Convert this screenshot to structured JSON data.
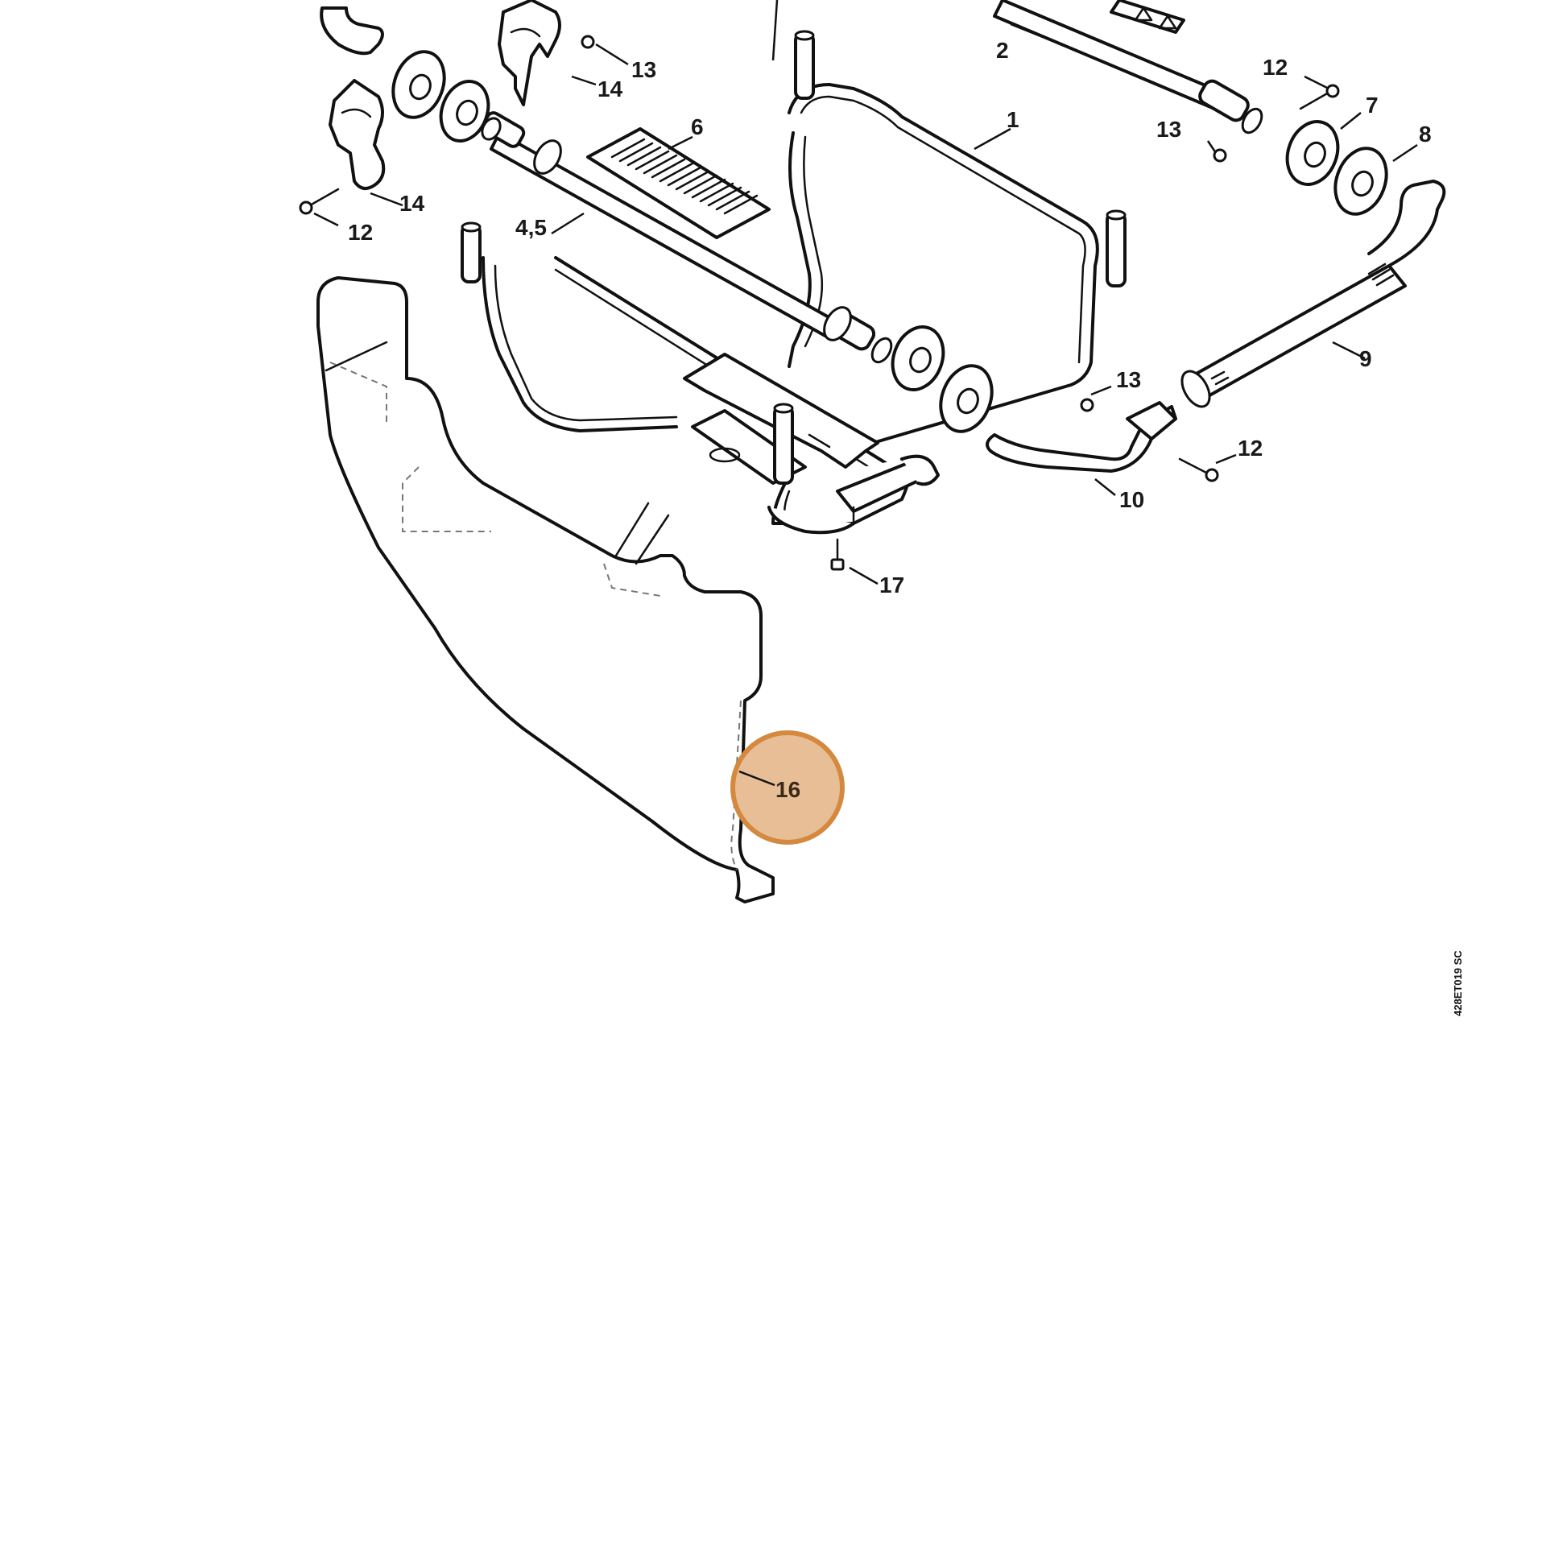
{
  "diagram": {
    "callouts": [
      {
        "id": "c1",
        "label": "1"
      },
      {
        "id": "c2",
        "label": "2"
      },
      {
        "id": "c4-5",
        "label": "4,5"
      },
      {
        "id": "c6",
        "label": "6"
      },
      {
        "id": "c7",
        "label": "7"
      },
      {
        "id": "c8",
        "label": "8"
      },
      {
        "id": "c9",
        "label": "9"
      },
      {
        "id": "c10",
        "label": "10"
      },
      {
        "id": "c12a",
        "label": "12"
      },
      {
        "id": "c12b",
        "label": "12"
      },
      {
        "id": "c12c",
        "label": "12"
      },
      {
        "id": "c13a",
        "label": "13"
      },
      {
        "id": "c13b",
        "label": "13"
      },
      {
        "id": "c13c",
        "label": "13"
      },
      {
        "id": "c14a",
        "label": "14"
      },
      {
        "id": "c14b",
        "label": "14"
      },
      {
        "id": "c16",
        "label": "16"
      },
      {
        "id": "c17",
        "label": "17"
      }
    ],
    "highlight": {
      "label": "16",
      "fill": "#e8be96",
      "stroke": "#d4893f"
    },
    "drawing_ref": "428ET019 SC"
  }
}
